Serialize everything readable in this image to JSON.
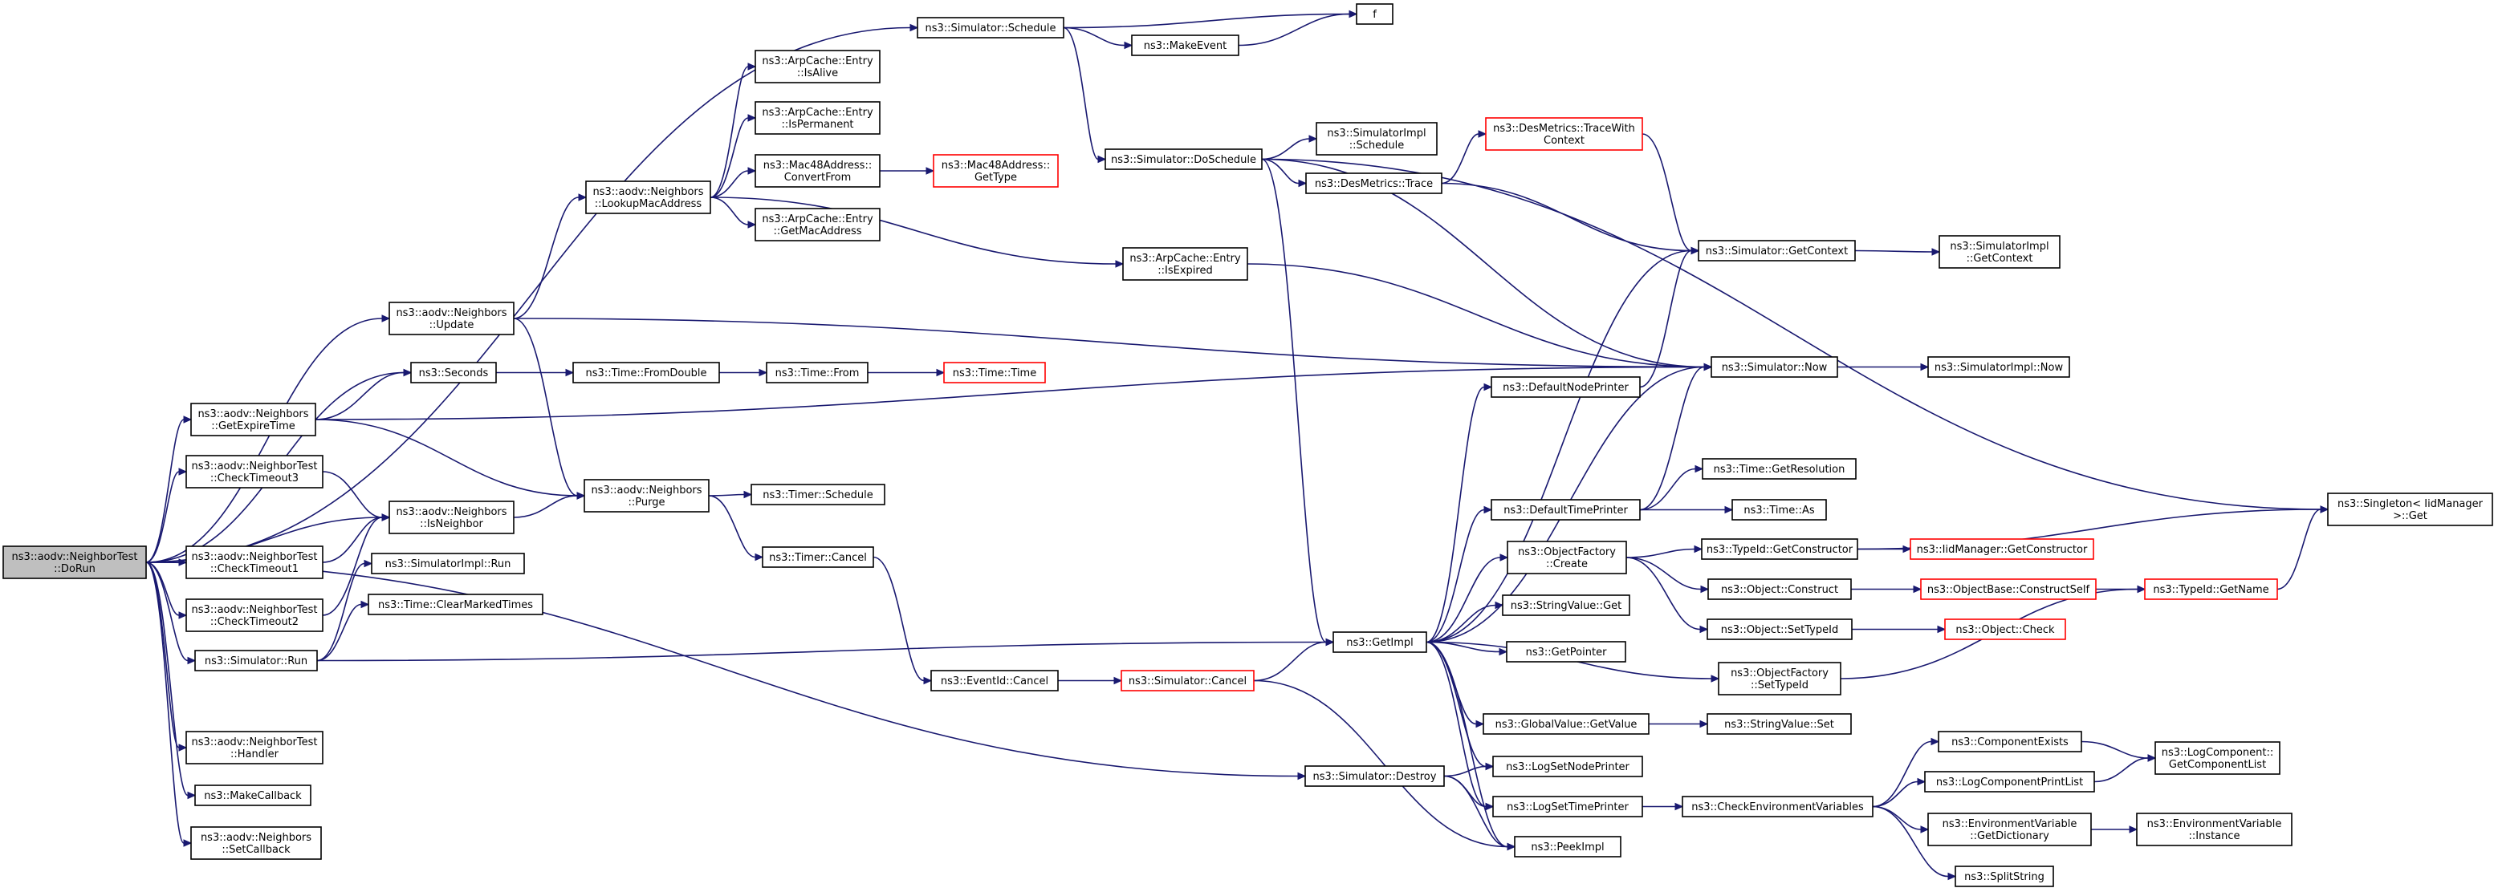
{
  "diagram": {
    "edge_color": "#191970",
    "root_fill": "#bfbfbf",
    "missing_doc_border": "#ff0000",
    "nodes": [
      {
        "id": "dorun",
        "lines": [
          "ns3::aodv::NeighborTest",
          "::DoRun"
        ],
        "style": "root"
      },
      {
        "id": "schedule",
        "lines": [
          "ns3::Simulator::Schedule"
        ]
      },
      {
        "id": "f",
        "lines": [
          "f"
        ]
      },
      {
        "id": "makeevent",
        "lines": [
          "ns3::MakeEvent"
        ]
      },
      {
        "id": "isalive",
        "lines": [
          "ns3::ArpCache::Entry",
          "::IsAlive"
        ]
      },
      {
        "id": "ispermanent",
        "lines": [
          "ns3::ArpCache::Entry",
          "::IsPermanent"
        ]
      },
      {
        "id": "convertfrom",
        "lines": [
          "ns3::Mac48Address::",
          "ConvertFrom"
        ]
      },
      {
        "id": "mac48gettype",
        "lines": [
          "ns3::Mac48Address::",
          "GetType"
        ],
        "style": "red"
      },
      {
        "id": "getmacaddress",
        "lines": [
          "ns3::ArpCache::Entry",
          "::GetMacAddress"
        ]
      },
      {
        "id": "lookupmac",
        "lines": [
          "ns3::aodv::Neighbors",
          "::LookupMacAddress"
        ]
      },
      {
        "id": "doschedule",
        "lines": [
          "ns3::Simulator::DoSchedule"
        ]
      },
      {
        "id": "simimplschedule",
        "lines": [
          "ns3::SimulatorImpl",
          "::Schedule"
        ]
      },
      {
        "id": "desmetricstracewith",
        "lines": [
          "ns3::DesMetrics::TraceWith",
          "Context"
        ],
        "style": "red"
      },
      {
        "id": "desmetricstrace",
        "lines": [
          "ns3::DesMetrics::Trace"
        ]
      },
      {
        "id": "isexpired",
        "lines": [
          "ns3::ArpCache::Entry",
          "::IsExpired"
        ]
      },
      {
        "id": "getcontext",
        "lines": [
          "ns3::Simulator::GetContext"
        ]
      },
      {
        "id": "simimplgetcontext",
        "lines": [
          "ns3::SimulatorImpl",
          "::GetContext"
        ]
      },
      {
        "id": "update",
        "lines": [
          "ns3::aodv::Neighbors",
          "::Update"
        ]
      },
      {
        "id": "seconds",
        "lines": [
          "ns3::Seconds"
        ]
      },
      {
        "id": "fromdouble",
        "lines": [
          "ns3::Time::FromDouble"
        ]
      },
      {
        "id": "timefrom",
        "lines": [
          "ns3::Time::From"
        ]
      },
      {
        "id": "timetime",
        "lines": [
          "ns3::Time::Time"
        ],
        "style": "red"
      },
      {
        "id": "defaultnodeprinter",
        "lines": [
          "ns3::DefaultNodePrinter"
        ]
      },
      {
        "id": "now",
        "lines": [
          "ns3::Simulator::Now"
        ]
      },
      {
        "id": "simimplnow",
        "lines": [
          "ns3::SimulatorImpl::Now"
        ]
      },
      {
        "id": "getexpiretime",
        "lines": [
          "ns3::aodv::Neighbors",
          "::GetExpireTime"
        ]
      },
      {
        "id": "checktimeout3",
        "lines": [
          "ns3::aodv::NeighborTest",
          "::CheckTimeout3"
        ]
      },
      {
        "id": "getresolution",
        "lines": [
          "ns3::Time::GetResolution"
        ]
      },
      {
        "id": "purge",
        "lines": [
          "ns3::aodv::Neighbors",
          "::Purge"
        ]
      },
      {
        "id": "timerschedule",
        "lines": [
          "ns3::Timer::Schedule"
        ]
      },
      {
        "id": "defaulttimeprinter",
        "lines": [
          "ns3::DefaultTimePrinter"
        ]
      },
      {
        "id": "timeas",
        "lines": [
          "ns3::Time::As"
        ]
      },
      {
        "id": "singletonget",
        "lines": [
          "ns3::Singleton< IidManager",
          ">::Get"
        ]
      },
      {
        "id": "isneighbor",
        "lines": [
          "ns3::aodv::Neighbors",
          "::IsNeighbor"
        ]
      },
      {
        "id": "objfactorycreate",
        "lines": [
          "ns3::ObjectFactory",
          "::Create"
        ]
      },
      {
        "id": "typeidgetconstructor",
        "lines": [
          "ns3::TypeId::GetConstructor"
        ]
      },
      {
        "id": "iidmanagergetconstructor",
        "lines": [
          "ns3::IidManager::GetConstructor"
        ],
        "style": "red"
      },
      {
        "id": "checktimeout1",
        "lines": [
          "ns3::aodv::NeighborTest",
          "::CheckTimeout1"
        ]
      },
      {
        "id": "simimplrun",
        "lines": [
          "ns3::SimulatorImpl::Run"
        ]
      },
      {
        "id": "timercancel",
        "lines": [
          "ns3::Timer::Cancel"
        ]
      },
      {
        "id": "objconstruct",
        "lines": [
          "ns3::Object::Construct"
        ]
      },
      {
        "id": "constructself",
        "lines": [
          "ns3::ObjectBase::ConstructSelf"
        ],
        "style": "red"
      },
      {
        "id": "typeidgetname",
        "lines": [
          "ns3::TypeId::GetName"
        ],
        "style": "red"
      },
      {
        "id": "stringvalueget",
        "lines": [
          "ns3::StringValue::Get"
        ]
      },
      {
        "id": "clearmarkedtimes",
        "lines": [
          "ns3::Time::ClearMarkedTimes"
        ]
      },
      {
        "id": "checktimeout2",
        "lines": [
          "ns3::aodv::NeighborTest",
          "::CheckTimeout2"
        ]
      },
      {
        "id": "objsettypeid",
        "lines": [
          "ns3::Object::SetTypeId"
        ]
      },
      {
        "id": "objcheck",
        "lines": [
          "ns3::Object::Check"
        ],
        "style": "red"
      },
      {
        "id": "getimpl",
        "lines": [
          "ns3::GetImpl"
        ]
      },
      {
        "id": "getpointer",
        "lines": [
          "ns3::GetPointer"
        ]
      },
      {
        "id": "simrun",
        "lines": [
          "ns3::Simulator::Run"
        ]
      },
      {
        "id": "eventidcancel",
        "lines": [
          "ns3::EventId::Cancel"
        ]
      },
      {
        "id": "simcancel",
        "lines": [
          "ns3::Simulator::Cancel"
        ],
        "style": "red"
      },
      {
        "id": "objfactorysettypeid",
        "lines": [
          "ns3::ObjectFactory",
          "::SetTypeId"
        ]
      },
      {
        "id": "globalvaluegetvalue",
        "lines": [
          "ns3::GlobalValue::GetValue"
        ]
      },
      {
        "id": "stringvalueset",
        "lines": [
          "ns3::StringValue::Set"
        ]
      },
      {
        "id": "handler",
        "lines": [
          "ns3::aodv::NeighborTest",
          "::Handler"
        ]
      },
      {
        "id": "componentexists",
        "lines": [
          "ns3::ComponentExists"
        ]
      },
      {
        "id": "lognodeprinter",
        "lines": [
          "ns3::LogSetNodePrinter"
        ]
      },
      {
        "id": "getcomponentlist",
        "lines": [
          "ns3::LogComponent::",
          "GetComponentList"
        ]
      },
      {
        "id": "simdestroy",
        "lines": [
          "ns3::Simulator::Destroy"
        ]
      },
      {
        "id": "makecallback",
        "lines": [
          "ns3::MakeCallback"
        ]
      },
      {
        "id": "logcomponentprintlist",
        "lines": [
          "ns3::LogComponentPrintList"
        ]
      },
      {
        "id": "logsettimeprinter",
        "lines": [
          "ns3::LogSetTimePrinter"
        ]
      },
      {
        "id": "checkenvvars",
        "lines": [
          "ns3::CheckEnvironmentVariables"
        ]
      },
      {
        "id": "envvargetdict",
        "lines": [
          "ns3::EnvironmentVariable",
          "::GetDictionary"
        ]
      },
      {
        "id": "envvarinstance",
        "lines": [
          "ns3::EnvironmentVariable",
          "::Instance"
        ]
      },
      {
        "id": "setcallback",
        "lines": [
          "ns3::aodv::Neighbors",
          "::SetCallback"
        ]
      },
      {
        "id": "peekimpl",
        "lines": [
          "ns3::PeekImpl"
        ]
      },
      {
        "id": "splitstring",
        "lines": [
          "ns3::SplitString"
        ]
      }
    ],
    "edges": [
      [
        "dorun",
        "schedule"
      ],
      [
        "dorun",
        "update"
      ],
      [
        "dorun",
        "seconds"
      ],
      [
        "dorun",
        "getexpiretime"
      ],
      [
        "dorun",
        "checktimeout3"
      ],
      [
        "dorun",
        "isneighbor"
      ],
      [
        "dorun",
        "checktimeout1"
      ],
      [
        "dorun",
        "checktimeout2"
      ],
      [
        "dorun",
        "simrun"
      ],
      [
        "dorun",
        "simdestroy"
      ],
      [
        "dorun",
        "handler"
      ],
      [
        "dorun",
        "makecallback"
      ],
      [
        "dorun",
        "setcallback"
      ],
      [
        "schedule",
        "f"
      ],
      [
        "schedule",
        "makeevent"
      ],
      [
        "schedule",
        "doschedule"
      ],
      [
        "makeevent",
        "f"
      ],
      [
        "lookupmac",
        "isalive"
      ],
      [
        "lookupmac",
        "ispermanent"
      ],
      [
        "lookupmac",
        "convertfrom"
      ],
      [
        "lookupmac",
        "getmacaddress"
      ],
      [
        "lookupmac",
        "isexpired"
      ],
      [
        "convertfrom",
        "mac48gettype"
      ],
      [
        "doschedule",
        "simimplschedule"
      ],
      [
        "doschedule",
        "desmetricstrace"
      ],
      [
        "doschedule",
        "singletonget"
      ],
      [
        "doschedule",
        "now"
      ],
      [
        "doschedule",
        "getimpl"
      ],
      [
        "desmetricstrace",
        "desmetricstracewith"
      ],
      [
        "desmetricstrace",
        "getcontext"
      ],
      [
        "desmetricstracewith",
        "getcontext"
      ],
      [
        "isexpired",
        "now"
      ],
      [
        "getcontext",
        "simimplgetcontext"
      ],
      [
        "update",
        "lookupmac"
      ],
      [
        "update",
        "now"
      ],
      [
        "update",
        "purge"
      ],
      [
        "seconds",
        "fromdouble"
      ],
      [
        "fromdouble",
        "timefrom"
      ],
      [
        "timefrom",
        "timetime"
      ],
      [
        "defaultnodeprinter",
        "getcontext"
      ],
      [
        "now",
        "simimplnow"
      ],
      [
        "getexpiretime",
        "seconds"
      ],
      [
        "getexpiretime",
        "now"
      ],
      [
        "getexpiretime",
        "purge"
      ],
      [
        "checktimeout3",
        "isneighbor"
      ],
      [
        "checktimeout1",
        "isneighbor"
      ],
      [
        "checktimeout2",
        "isneighbor"
      ],
      [
        "isneighbor",
        "purge"
      ],
      [
        "purge",
        "timerschedule"
      ],
      [
        "purge",
        "timercancel"
      ],
      [
        "defaulttimeprinter",
        "now"
      ],
      [
        "defaulttimeprinter",
        "getresolution"
      ],
      [
        "defaulttimeprinter",
        "timeas"
      ],
      [
        "objfactorycreate",
        "typeidgetconstructor"
      ],
      [
        "objfactorycreate",
        "objconstruct"
      ],
      [
        "objfactorycreate",
        "objsettypeid"
      ],
      [
        "typeidgetconstructor",
        "iidmanagergetconstructor"
      ],
      [
        "typeidgetconstructor",
        "singletonget"
      ],
      [
        "objconstruct",
        "constructself"
      ],
      [
        "constructself",
        "typeidgetname"
      ],
      [
        "typeidgetname",
        "singletonget"
      ],
      [
        "objsettypeid",
        "objcheck"
      ],
      [
        "objfactorysettypeid",
        "typeidgetname"
      ],
      [
        "getimpl",
        "getcontext"
      ],
      [
        "getimpl",
        "defaultnodeprinter"
      ],
      [
        "getimpl",
        "now"
      ],
      [
        "getimpl",
        "defaulttimeprinter"
      ],
      [
        "getimpl",
        "objfactorycreate"
      ],
      [
        "getimpl",
        "stringvalueget"
      ],
      [
        "getimpl",
        "getpointer"
      ],
      [
        "getimpl",
        "objfactorysettypeid"
      ],
      [
        "getimpl",
        "globalvaluegetvalue"
      ],
      [
        "getimpl",
        "lognodeprinter"
      ],
      [
        "getimpl",
        "logsettimeprinter"
      ],
      [
        "getimpl",
        "peekimpl"
      ],
      [
        "globalvaluegetvalue",
        "stringvalueset"
      ],
      [
        "simrun",
        "simimplrun"
      ],
      [
        "simrun",
        "clearmarkedtimes"
      ],
      [
        "simrun",
        "getimpl"
      ],
      [
        "timercancel",
        "eventidcancel"
      ],
      [
        "eventidcancel",
        "simcancel"
      ],
      [
        "simcancel",
        "getimpl"
      ],
      [
        "simcancel",
        "peekimpl"
      ],
      [
        "simdestroy",
        "lognodeprinter"
      ],
      [
        "simdestroy",
        "logsettimeprinter"
      ],
      [
        "simdestroy",
        "peekimpl"
      ],
      [
        "logsettimeprinter",
        "checkenvvars"
      ],
      [
        "checkenvvars",
        "componentexists"
      ],
      [
        "checkenvvars",
        "logcomponentprintlist"
      ],
      [
        "checkenvvars",
        "envvargetdict"
      ],
      [
        "checkenvvars",
        "splitstring"
      ],
      [
        "componentexists",
        "getcomponentlist"
      ],
      [
        "logcomponentprintlist",
        "getcomponentlist"
      ],
      [
        "envvargetdict",
        "envvarinstance"
      ]
    ]
  }
}
